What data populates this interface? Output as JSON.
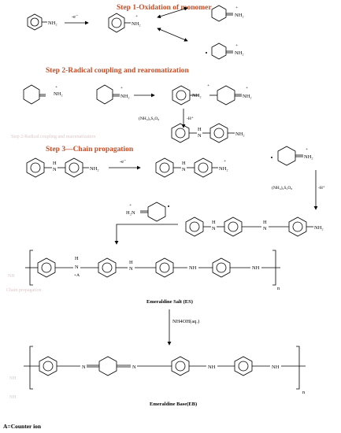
{
  "steps": [
    {
      "label": "Step 1-Oxidation of monomer"
    },
    {
      "label": "Step 2-Radical coupling and rearomatization"
    },
    {
      "label": "Step 3—Chain propagation"
    }
  ],
  "reagents": {
    "minus_e": "-e⁻",
    "minus_e2": "-e⁻",
    "persulfate1": "(NH₄)₂S₂O₈",
    "minus_h1": "-H⁺",
    "persulfate2": "(NH₄)₂S₂O₈",
    "minus_h2": "-H⁺",
    "nh4oh": "NH4OH(aq.)"
  },
  "groups": {
    "nh2": "NH₂",
    "nh": "NH",
    "n": "N",
    "h": "H",
    "plus": "+",
    "a_plus": "+A",
    "h2n": "H₂N",
    "subscript_n": "n"
  },
  "labels": {
    "es": "Emeraldine Salt (ES)",
    "eb": "Emeraldine Base(EB)",
    "counter": "A=Counter ion"
  },
  "ghost_text": [
    "Step 2-Radical coupling and rearomatization",
    "Chain propagation",
    "NH",
    "NH",
    "NH"
  ]
}
